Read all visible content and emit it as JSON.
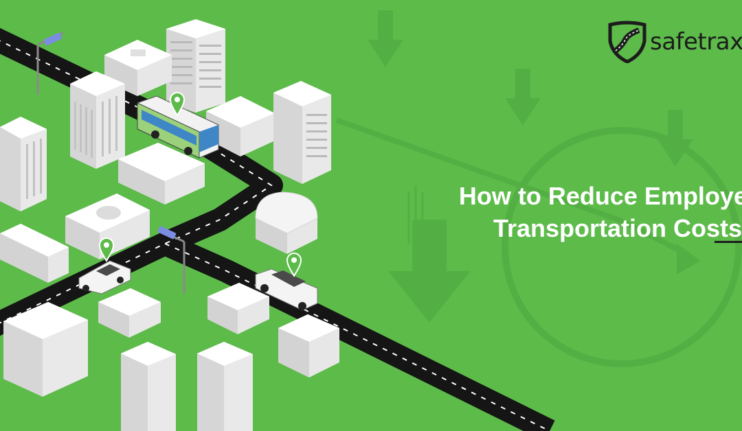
{
  "brand": {
    "name": "safetrax",
    "logo_icon": "shield-road-icon"
  },
  "headline": {
    "line1": "How to Reduce Employee",
    "line2": "Transportation Costs"
  },
  "colors": {
    "background": "#5dbb4a",
    "road": "#151515",
    "building": "#f2f2f2",
    "pin": "#5dbb4a",
    "text": "#ffffff",
    "logo": "#1c1c1c"
  },
  "icons": [
    "location-pin-icon",
    "down-arrow-icon",
    "traffic-light-icon",
    "shield-road-icon"
  ]
}
